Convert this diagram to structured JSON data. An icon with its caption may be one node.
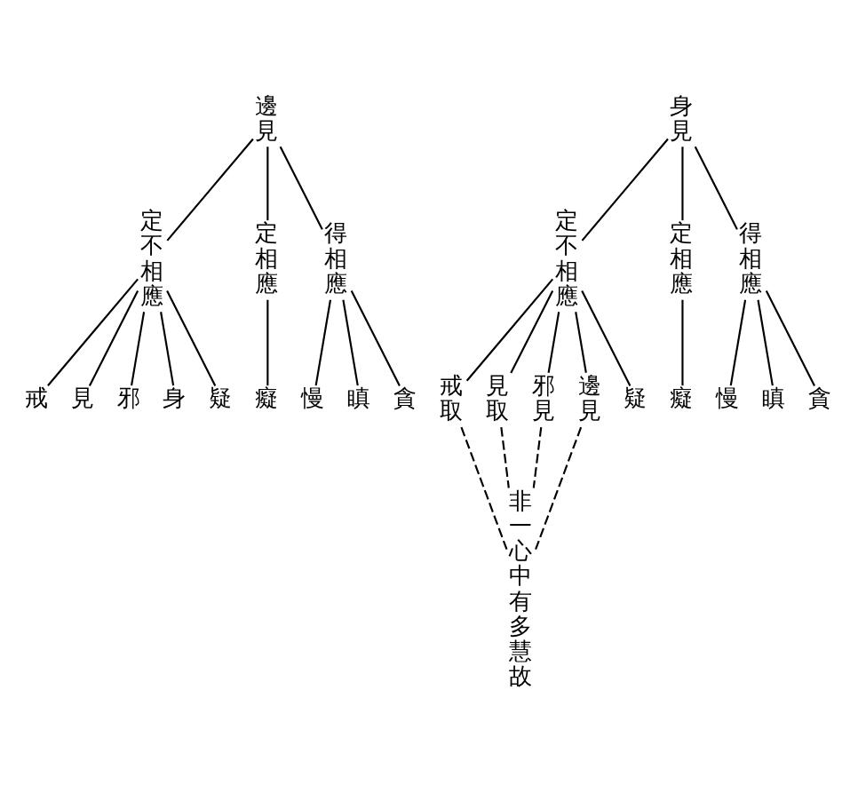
{
  "diagram": {
    "nodes": [
      {
        "text": [
          "邊見"
        ]
      },
      {
        "text": [
          "定不相應"
        ]
      },
      {
        "text": [
          "定相應"
        ]
      },
      {
        "text": [
          "得相應"
        ]
      },
      {
        "text": [
          "身見"
        ]
      },
      {
        "text": [
          "定不相應"
        ]
      },
      {
        "text": [
          "定相應"
        ]
      },
      {
        "text": [
          "得相應"
        ]
      },
      {
        "text": [
          "戒"
        ]
      },
      {
        "text": [
          "見"
        ]
      },
      {
        "text": [
          "邪"
        ]
      },
      {
        "text": [
          "身"
        ]
      },
      {
        "text": [
          "疑"
        ]
      },
      {
        "text": [
          "慢"
        ]
      },
      {
        "text": [
          "癡"
        ]
      },
      {
        "text": [
          "瞋"
        ]
      },
      {
        "text": [
          "貪"
        ]
      },
      {
        "text": [
          "戒取"
        ]
      },
      {
        "text": [
          "見取"
        ]
      },
      {
        "text": [
          "邪見"
        ]
      },
      {
        "text": [
          "邊見"
        ]
      },
      {
        "text": [
          "疑"
        ]
      },
      {
        "text": [
          "慢"
        ]
      },
      {
        "text": [
          "癡"
        ]
      },
      {
        "text": [
          "瞋"
        ]
      },
      {
        "text": [
          "貪"
        ]
      },
      {
        "text": [
          "非一心中有多慧故"
        ]
      }
    ],
    "edges": [
      {
        "from": 0,
        "to": 1,
        "arrow": "none"
      },
      {
        "from": 0,
        "to": 2,
        "arrow": "none"
      },
      {
        "from": 0,
        "to": 3,
        "arrow": "none"
      },
      {
        "from": 4,
        "to": 5,
        "arrow": "none"
      },
      {
        "from": 4,
        "to": 6,
        "arrow": "none"
      },
      {
        "from": 4,
        "to": 7,
        "arrow": "none"
      },
      {
        "from": 1,
        "to": 8,
        "arrow": "none"
      },
      {
        "from": 1,
        "to": 9,
        "arrow": "none"
      },
      {
        "from": 1,
        "to": 10,
        "arrow": "none"
      },
      {
        "from": 1,
        "to": 11,
        "arrow": "none"
      },
      {
        "from": 1,
        "to": 12,
        "arrow": "none"
      },
      {
        "from": 2,
        "to": 14,
        "arrow": "none"
      },
      {
        "from": 3,
        "to": 13,
        "arrow": "none"
      },
      {
        "from": 3,
        "to": 15,
        "arrow": "none"
      },
      {
        "from": 3,
        "to": 16,
        "arrow": "none"
      },
      {
        "from": 5,
        "to": 17,
        "arrow": "none"
      },
      {
        "from": 5,
        "to": 18,
        "arrow": "none"
      },
      {
        "from": 5,
        "to": 19,
        "arrow": "none"
      },
      {
        "from": 5,
        "to": 20,
        "arrow": "none"
      },
      {
        "from": 5,
        "to": 21,
        "arrow": "none"
      },
      {
        "from": 6,
        "to": 23,
        "arrow": "none"
      },
      {
        "from": 7,
        "to": 22,
        "arrow": "none"
      },
      {
        "from": 7,
        "to": 24,
        "arrow": "none"
      },
      {
        "from": 7,
        "to": 25,
        "arrow": "none"
      },
      {
        "from": 17,
        "to": 26,
        "arrow": "none",
        "style": "dashed"
      },
      {
        "from": 18,
        "to": 26,
        "arrow": "none",
        "style": "dashed"
      },
      {
        "from": 19,
        "to": 26,
        "arrow": "none",
        "style": "dashed"
      },
      {
        "from": 20,
        "to": 26,
        "arrow": "none",
        "style": "dashed"
      }
    ]
  }
}
